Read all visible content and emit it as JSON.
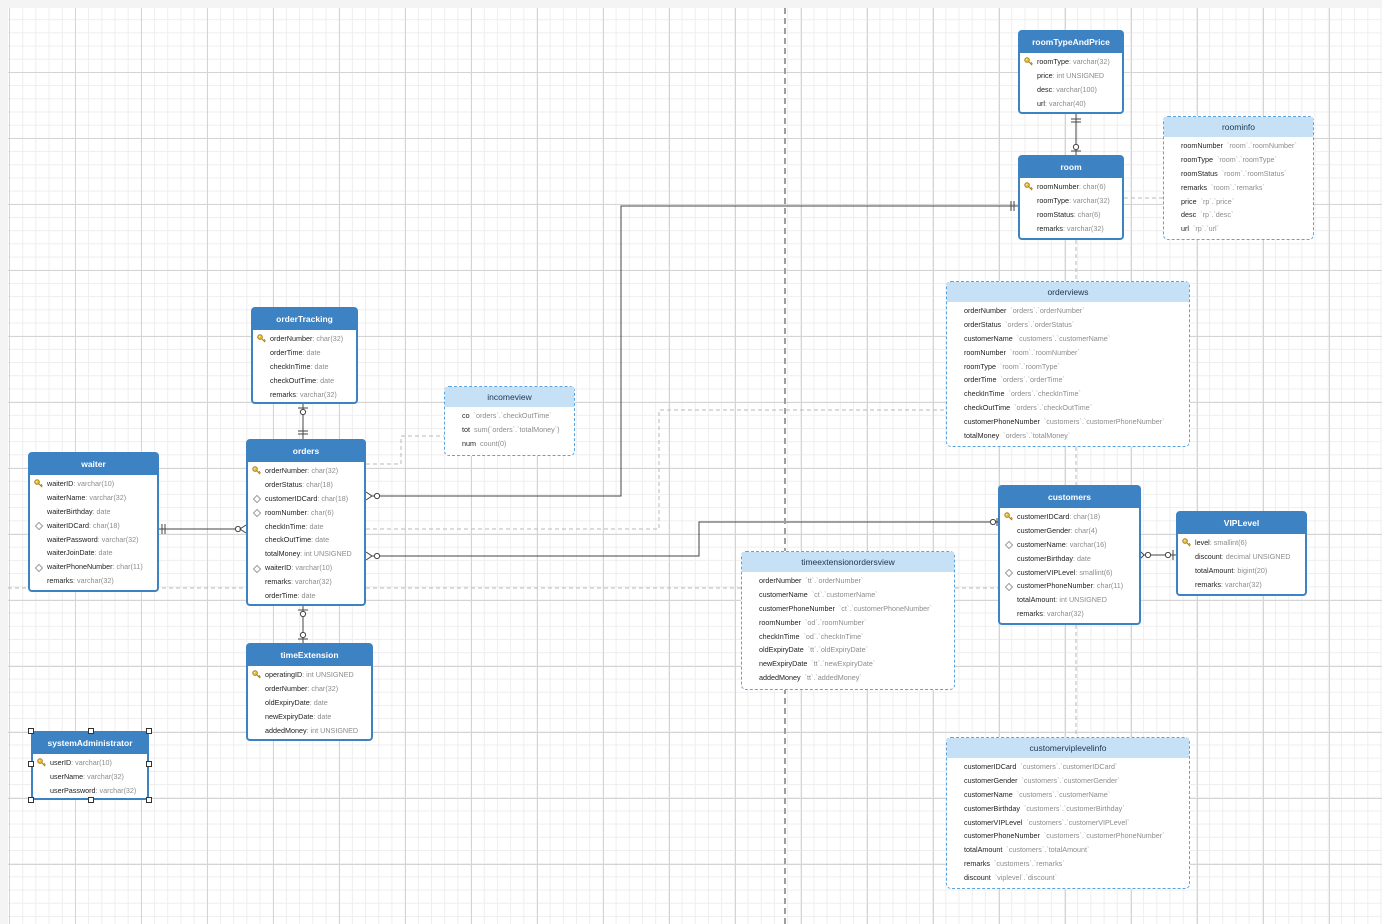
{
  "entities": {
    "roomTypeAndPrice": {
      "title": "roomTypeAndPrice",
      "fields": [
        {
          "name": "roomType",
          "type": "varchar(32)",
          "key": "pk"
        },
        {
          "name": "price",
          "type": "int UNSIGNED",
          "key": ""
        },
        {
          "name": "desc",
          "type": "varchar(100)",
          "key": ""
        },
        {
          "name": "url",
          "type": "varchar(40)",
          "key": ""
        }
      ]
    },
    "room": {
      "title": "room",
      "fields": [
        {
          "name": "roomNumber",
          "type": "char(6)",
          "key": "pk"
        },
        {
          "name": "roomType",
          "type": "varchar(32)",
          "key": ""
        },
        {
          "name": "roomStatus",
          "type": "char(6)",
          "key": ""
        },
        {
          "name": "remarks",
          "type": "varchar(32)",
          "key": ""
        }
      ]
    },
    "orderTracking": {
      "title": "orderTracking",
      "fields": [
        {
          "name": "orderNumber",
          "type": "char(32)",
          "key": "pk"
        },
        {
          "name": "orderTime",
          "type": "date",
          "key": ""
        },
        {
          "name": "checkInTime",
          "type": "date",
          "key": ""
        },
        {
          "name": "checkOutTime",
          "type": "date",
          "key": ""
        },
        {
          "name": "remarks",
          "type": "varchar(32)",
          "key": ""
        }
      ]
    },
    "orders": {
      "title": "orders",
      "fields": [
        {
          "name": "orderNumber",
          "type": "char(32)",
          "key": "pk"
        },
        {
          "name": "orderStatus",
          "type": "char(18)",
          "key": ""
        },
        {
          "name": "customerIDCard",
          "type": "char(18)",
          "key": "fk"
        },
        {
          "name": "roomNumber",
          "type": "char(6)",
          "key": "fk"
        },
        {
          "name": "checkInTime",
          "type": "date",
          "key": ""
        },
        {
          "name": "checkOutTime",
          "type": "date",
          "key": ""
        },
        {
          "name": "totalMoney",
          "type": "int UNSIGNED",
          "key": ""
        },
        {
          "name": "waiterID",
          "type": "varchar(10)",
          "key": "fk"
        },
        {
          "name": "remarks",
          "type": "varchar(32)",
          "key": ""
        },
        {
          "name": "orderTime",
          "type": "date",
          "key": ""
        }
      ]
    },
    "waiter": {
      "title": "waiter",
      "fields": [
        {
          "name": "waiterID",
          "type": "varchar(10)",
          "key": "pk"
        },
        {
          "name": "waiterName",
          "type": "varchar(32)",
          "key": ""
        },
        {
          "name": "waiterBirthday",
          "type": "date",
          "key": ""
        },
        {
          "name": "waiterIDCard",
          "type": "char(18)",
          "key": "fk"
        },
        {
          "name": "waiterPassword",
          "type": "varchar(32)",
          "key": ""
        },
        {
          "name": "waiterJoinDate",
          "type": "date",
          "key": ""
        },
        {
          "name": "waiterPhoneNumber",
          "type": "char(11)",
          "key": "fk"
        },
        {
          "name": "remarks",
          "type": "varchar(32)",
          "key": ""
        }
      ]
    },
    "timeExtension": {
      "title": "timeExtension",
      "fields": [
        {
          "name": "operatingID",
          "type": "int UNSIGNED",
          "key": "pk"
        },
        {
          "name": "orderNumber",
          "type": "char(32)",
          "key": ""
        },
        {
          "name": "oldExpiryDate",
          "type": "date",
          "key": ""
        },
        {
          "name": "newExpiryDate",
          "type": "date",
          "key": ""
        },
        {
          "name": "addedMoney",
          "type": "int UNSIGNED",
          "key": ""
        }
      ]
    },
    "systemAdministrator": {
      "title": "systemAdministrator",
      "fields": [
        {
          "name": "userID",
          "type": "varchar(10)",
          "key": "pk"
        },
        {
          "name": "userName",
          "type": "varchar(32)",
          "key": ""
        },
        {
          "name": "userPassword",
          "type": "varchar(32)",
          "key": ""
        }
      ]
    },
    "customers": {
      "title": "customers",
      "fields": [
        {
          "name": "customerIDCard",
          "type": "char(18)",
          "key": "pk"
        },
        {
          "name": "customerGender",
          "type": "char(4)",
          "key": ""
        },
        {
          "name": "customerName",
          "type": "varchar(16)",
          "key": "fk"
        },
        {
          "name": "customerBirthday",
          "type": "date",
          "key": ""
        },
        {
          "name": "customerVIPLevel",
          "type": "smallint(6)",
          "key": "fk"
        },
        {
          "name": "customerPhoneNumber",
          "type": "char(11)",
          "key": "fk"
        },
        {
          "name": "totalAmount",
          "type": "int UNSIGNED",
          "key": ""
        },
        {
          "name": "remarks",
          "type": "varchar(32)",
          "key": ""
        }
      ]
    },
    "VIPLevel": {
      "title": "VIPLevel",
      "fields": [
        {
          "name": "level",
          "type": "smallint(6)",
          "key": "pk"
        },
        {
          "name": "discount",
          "type": "decimal UNSIGNED",
          "key": ""
        },
        {
          "name": "totalAmount",
          "type": "bigint(20)",
          "key": ""
        },
        {
          "name": "remarks",
          "type": "varchar(32)",
          "key": ""
        }
      ]
    }
  },
  "views": {
    "roominfo": {
      "title": "roominfo",
      "fields": [
        {
          "name": "roomNumber",
          "expr": "`room`.`roomNumber`"
        },
        {
          "name": "roomType",
          "expr": "`room`.`roomType`"
        },
        {
          "name": "roomStatus",
          "expr": "`room`.`roomStatus`"
        },
        {
          "name": "remarks",
          "expr": "`room`.`remarks`"
        },
        {
          "name": "price",
          "expr": "`rp`.`price`"
        },
        {
          "name": "desc",
          "expr": "`rp`.`desc`"
        },
        {
          "name": "url",
          "expr": "`rp`.`url`"
        }
      ]
    },
    "orderviews": {
      "title": "orderviews",
      "fields": [
        {
          "name": "orderNumber",
          "expr": "`orders`.`orderNumber`"
        },
        {
          "name": "orderStatus",
          "expr": "`orders`.`orderStatus`"
        },
        {
          "name": "customerName",
          "expr": "`customers`.`customerName`"
        },
        {
          "name": "roomNumber",
          "expr": "`room`.`roomNumber`"
        },
        {
          "name": "roomType",
          "expr": "`room`.`roomType`"
        },
        {
          "name": "orderTime",
          "expr": "`orders`.`orderTime`"
        },
        {
          "name": "checkInTime",
          "expr": "`orders`.`checkInTime`"
        },
        {
          "name": "checkOutTime",
          "expr": "`orders`.`checkOutTime`"
        },
        {
          "name": "customerPhoneNumber",
          "expr": "`customers`.`customerPhoneNumber`"
        },
        {
          "name": "totalMoney",
          "expr": "`orders`.`totalMoney`"
        }
      ]
    },
    "incomeview": {
      "title": "incomeview",
      "fields": [
        {
          "name": "co",
          "expr": "`orders`.`checkOutTime`"
        },
        {
          "name": "tot",
          "expr": "sum(`orders`.`totalMoney`)"
        },
        {
          "name": "num",
          "expr": "count(0)"
        }
      ]
    },
    "timeextensionordersview": {
      "title": "timeextensionordersview",
      "fields": [
        {
          "name": "orderNumber",
          "expr": "`tt`.`orderNumber`"
        },
        {
          "name": "customerName",
          "expr": "`ct`.`customerName`"
        },
        {
          "name": "customerPhoneNumber",
          "expr": "`ct`.`customerPhoneNumber`"
        },
        {
          "name": "roomNumber",
          "expr": "`od`.`roomNumber`"
        },
        {
          "name": "checkInTime",
          "expr": "`od`.`checkInTime`"
        },
        {
          "name": "oldExpiryDate",
          "expr": "`tt`.`oldExpiryDate`"
        },
        {
          "name": "newExpiryDate",
          "expr": "`tt`.`newExpiryDate`"
        },
        {
          "name": "addedMoney",
          "expr": "`tt`.`addedMoney`"
        }
      ]
    },
    "customerviplevelinfo": {
      "title": "customerviplevelinfo",
      "fields": [
        {
          "name": "customerIDCard",
          "expr": "`customers`.`customerIDCard`"
        },
        {
          "name": "customerGender",
          "expr": "`customers`.`customerGender`"
        },
        {
          "name": "customerName",
          "expr": "`customers`.`customerName`"
        },
        {
          "name": "customerBirthday",
          "expr": "`customers`.`customerBirthday`"
        },
        {
          "name": "customerVIPLevel",
          "expr": "`customers`.`customerVIPLevel`"
        },
        {
          "name": "customerPhoneNumber",
          "expr": "`customers`.`customerPhoneNumber`"
        },
        {
          "name": "totalAmount",
          "expr": "`customers`.`totalAmount`"
        },
        {
          "name": "remarks",
          "expr": "`customers`.`remarks`"
        },
        {
          "name": "discount",
          "expr": "`viplevel`.`discount`"
        }
      ]
    }
  },
  "relationships": [
    {
      "from": "roomTypeAndPrice",
      "to": "room",
      "from_card": "one",
      "to_card": "zero-or-one"
    },
    {
      "from": "room",
      "to": "orders",
      "from_card": "one",
      "to_card": "zero-or-many"
    },
    {
      "from": "orderTracking",
      "to": "orders",
      "from_card": "zero-or-one",
      "to_card": "one"
    },
    {
      "from": "waiter",
      "to": "orders",
      "from_card": "one",
      "to_card": "zero-or-many"
    },
    {
      "from": "customers",
      "to": "orders",
      "from_card": "zero-or-one",
      "to_card": "zero-or-many"
    },
    {
      "from": "orders",
      "to": "timeExtension",
      "from_card": "zero-or-one",
      "to_card": "zero-or-one"
    },
    {
      "from": "VIPLevel",
      "to": "customers",
      "from_card": "zero-or-one",
      "to_card": "zero-or-many"
    }
  ],
  "colors": {
    "entity_header": "#3d82c3",
    "view_header": "#c6e0f6",
    "view_border": "#5aa3df",
    "relation_line": "#333333",
    "view_link_line": "#b8b8b8"
  }
}
